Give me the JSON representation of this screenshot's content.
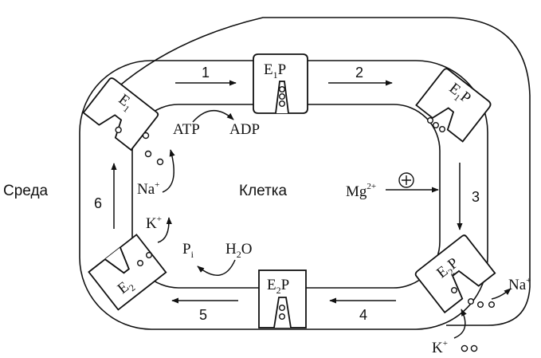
{
  "labels": {
    "medium": "Среда",
    "cell": "Клетка"
  },
  "enzymes": {
    "e1": "E",
    "e1p": "E",
    "e2p": "E",
    "e2": "E",
    "sub_1": "1",
    "sub_2": "2",
    "phosphate": "P"
  },
  "reagents": {
    "atp": "ATP",
    "adp": "ADP",
    "na": "Na",
    "k": "K",
    "plus": "+",
    "mg": "Mg",
    "mg_charge": "2+",
    "pi": "P",
    "pi_sub": "i",
    "water_h": "H",
    "water_2": "2",
    "water_o": "O"
  },
  "steps": [
    "1",
    "2",
    "3",
    "4",
    "5",
    "6"
  ],
  "colors": {
    "ink": "#111111",
    "background": "#ffffff"
  }
}
